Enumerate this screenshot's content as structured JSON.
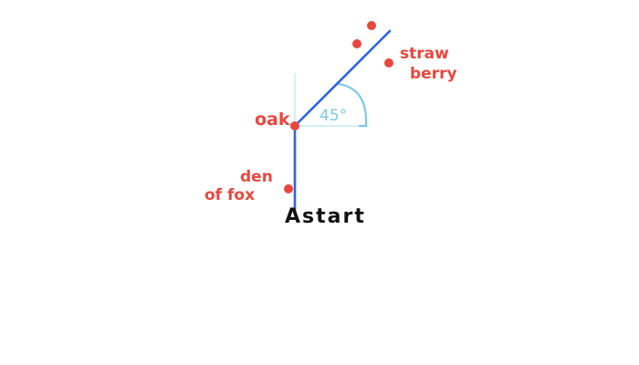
{
  "labels": {
    "strawberry_line1": "straw",
    "strawberry_line2": "berry",
    "oak": "oak",
    "angle": "45°",
    "den_line1": "den",
    "den_line2": "of fox",
    "start": "Astart"
  },
  "colors": {
    "path": "#2f64e4",
    "points": "#e8473e",
    "angle_guide": "#bfe4f5",
    "angle_arc": "#7cc8ea",
    "start_text": "#111111",
    "background": "#ffffff"
  }
}
